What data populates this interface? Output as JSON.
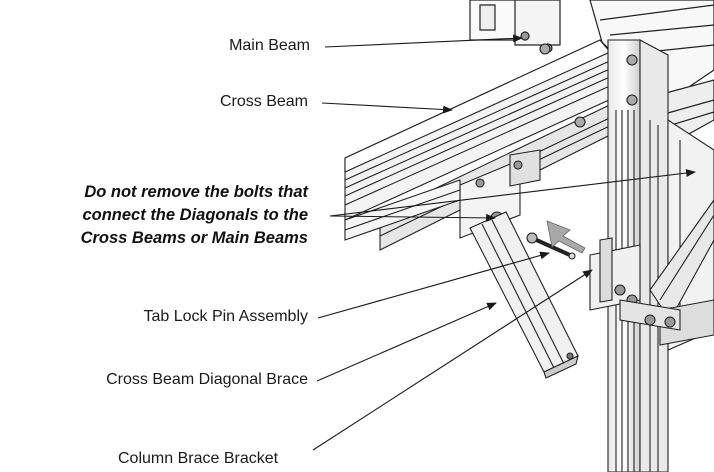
{
  "labels": {
    "main_beam": "Main Beam",
    "cross_beam": "Cross Beam",
    "tab_lock_pin": "Tab Lock Pin Assembly",
    "cross_beam_diagonal_brace": "Cross Beam Diagonal Brace",
    "column_brace_bracket": "Column Brace Bracket"
  },
  "warning": {
    "line1": "Do not remove the bolts that",
    "line2": "connect the Diagonals to the",
    "line3": "Cross Beams or Main Beams"
  },
  "colors": {
    "ink": "#1a1a1a",
    "metal_light": "#f2f2f2",
    "metal_mid": "#c8c8c8",
    "metal_dark": "#555555"
  }
}
